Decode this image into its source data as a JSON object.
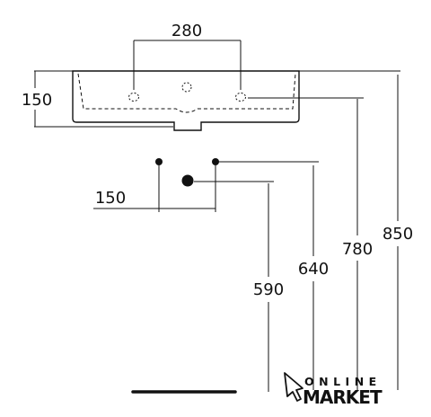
{
  "dimensions": {
    "basin_width_between_holes": "280",
    "basin_height": "150",
    "drain_spacing": "150",
    "outlet_height": "590",
    "inlet_height": "640",
    "basin_bottom_height": "780",
    "basin_top_height": "850"
  },
  "logo": {
    "line1": "ONLINE",
    "line2": "MARKET"
  },
  "colors": {
    "line": "#111111",
    "background": "#ffffff"
  }
}
